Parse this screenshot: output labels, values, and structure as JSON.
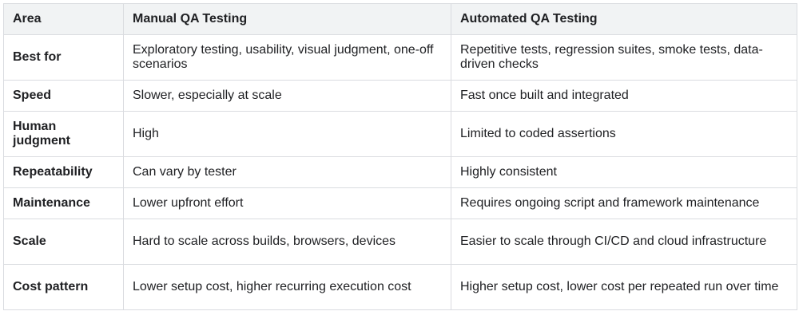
{
  "table": {
    "headers": [
      "Area",
      "Manual QA Testing",
      "Automated QA Testing"
    ],
    "rows": [
      [
        "Best for",
        "Exploratory testing, usability, visual judgment, one-off scenarios",
        "Repetitive tests, regression suites, smoke tests, data-driven checks"
      ],
      [
        "Speed",
        "Slower, especially at scale",
        "Fast once built and integrated"
      ],
      [
        "Human judgment",
        "High",
        "Limited to coded assertions"
      ],
      [
        "Repeatability",
        "Can vary by tester",
        "Highly consistent"
      ],
      [
        "Maintenance",
        "Lower upfront effort",
        "Requires ongoing script and framework maintenance"
      ],
      [
        "Scale",
        "Hard to scale across builds, browsers, devices",
        "Easier to scale through CI/CD and cloud infrastructure"
      ],
      [
        "Cost pattern",
        "Lower setup cost, higher recurring execution cost",
        "Higher setup cost, lower cost per repeated run over time"
      ]
    ]
  }
}
